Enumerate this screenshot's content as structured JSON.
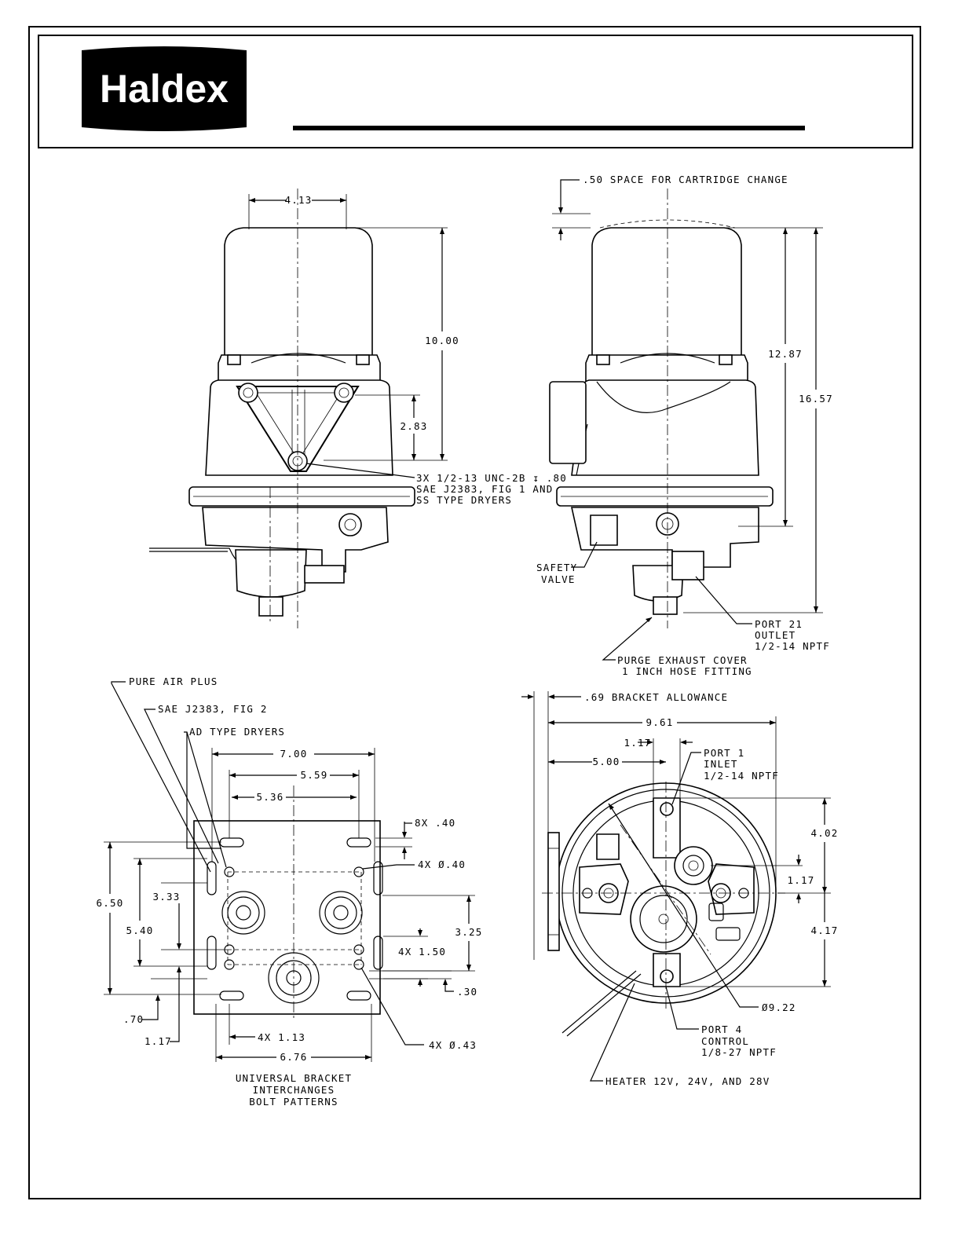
{
  "logo": {
    "text": "Haldex",
    "bg_color": "#000000",
    "text_color": "#ffffff"
  },
  "views": {
    "front": {
      "dim_width": "4.13",
      "dim_height": "10.00",
      "dim_mount": "2.83",
      "note_mount": [
        "3X 1/2-13 UNC-2B ↧ .80",
        "SAE J2383, FIG 1 AND",
        "SS TYPE DRYERS"
      ]
    },
    "side": {
      "note_space": ".50 SPACE FOR CARTRIDGE CHANGE",
      "dim_a": "12.87",
      "dim_b": "16.57",
      "note_safety": [
        "SAFETY",
        "VALVE"
      ],
      "note_port21": [
        "PORT 21",
        "OUTLET",
        "1/2-14 NPTF"
      ],
      "note_purge": [
        "PURGE EXHAUST COVER",
        "1 INCH HOSE FITTING"
      ]
    },
    "bracket": {
      "note_pure": "PURE AIR PLUS",
      "note_sae": "SAE J2383, FIG 2",
      "note_ad": "AD TYPE DRYERS",
      "dim_700": "7.00",
      "dim_559": "5.59",
      "dim_536": "5.36",
      "dim_8x40": "8X .40",
      "dim_4xd40": "4X Ø.40",
      "dim_650": "6.50",
      "dim_333": "3.33",
      "dim_540": "5.40",
      "dim_325": "3.25",
      "dim_4x150": "4X 1.50",
      "dim_030": ".30",
      "dim_070": ".70",
      "dim_117": "1.17",
      "dim_4x113": "4X 1.13",
      "dim_4xd43": "4X Ø.43",
      "dim_676": "6.76",
      "caption": [
        "UNIVERSAL BRACKET",
        "INTERCHANGES",
        "BOLT PATTERNS"
      ]
    },
    "bottom": {
      "note_bracket": ".69 BRACKET ALLOWANCE",
      "dim_961": "9.61",
      "dim_117a": "1.17",
      "dim_500": "5.00",
      "note_port1": [
        "PORT 1",
        "INLET",
        "1/2-14 NPTF"
      ],
      "dim_402": "4.02",
      "dim_117b": "1.17",
      "dim_417": "4.17",
      "dim_d922": "Ø9.22",
      "note_port4": [
        "PORT 4",
        "CONTROL",
        "1/8-27 NPTF"
      ],
      "note_heater": "HEATER 12V, 24V, AND 28V"
    }
  }
}
